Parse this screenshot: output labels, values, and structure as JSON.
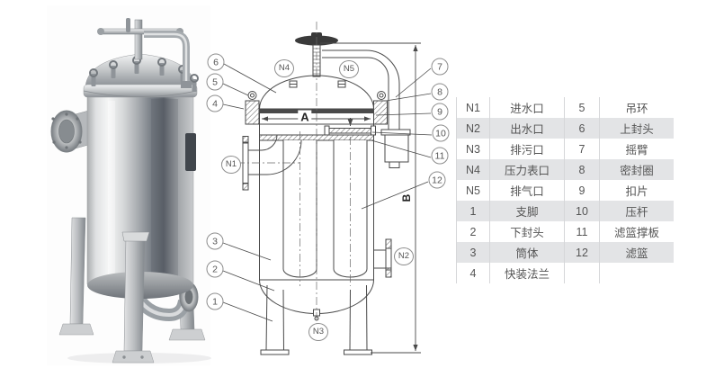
{
  "colors": {
    "diagram_line": "#4a4a4a",
    "table_stripe": "#e3e4e6",
    "table_text": "#555555"
  },
  "diagram": {
    "part_numbers": [
      "1",
      "2",
      "3",
      "4",
      "5",
      "6",
      "7",
      "8",
      "9",
      "10",
      "11",
      "12"
    ],
    "nozzle_labels": [
      "N1",
      "N2",
      "N3",
      "N4",
      "N5"
    ],
    "dim_labels": {
      "width": "A",
      "height": "B"
    }
  },
  "table": {
    "rows": [
      [
        "N1",
        "进水口",
        "5",
        "吊环"
      ],
      [
        "N2",
        "出水口",
        "6",
        "上封头"
      ],
      [
        "N3",
        "排污口",
        "7",
        "摇臂"
      ],
      [
        "N4",
        "压力表口",
        "8",
        "密封圈"
      ],
      [
        "N5",
        "排气口",
        "9",
        "扣片"
      ],
      [
        "1",
        "支脚",
        "10",
        "压杆"
      ],
      [
        "2",
        "下封头",
        "11",
        "滤篮撑板"
      ],
      [
        "3",
        "筒体",
        "12",
        "滤篮"
      ],
      [
        "4",
        "快装法兰",
        "",
        ""
      ]
    ]
  }
}
